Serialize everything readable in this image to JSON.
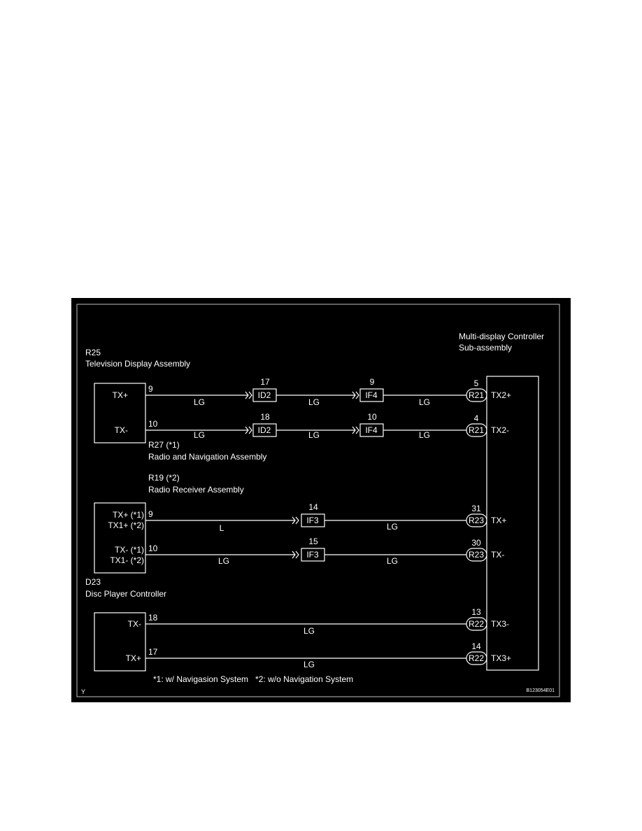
{
  "colors": {
    "background": "#000000",
    "lines": "#ffffff",
    "page": "#ffffff"
  },
  "controller": {
    "code": "",
    "name_line1": "Multi-display Controller",
    "name_line2": "Sub-assembly"
  },
  "r25": {
    "code": "R25",
    "name": "Television Display Assembly"
  },
  "r27": {
    "code": "R27 (*1)",
    "name": "Radio and Navigation Assembly"
  },
  "r19": {
    "code": "R19 (*2)",
    "name": "Radio Receiver Assembly"
  },
  "d23": {
    "code": "D23",
    "name": "Disc Player Controller"
  },
  "wires": [
    {
      "src_label": "TX+",
      "src_pin": "9",
      "seg1_color": "LG",
      "j1_pin": "17",
      "j1_name": "ID2",
      "seg2_color": "LG",
      "j2_pin": "9",
      "j2_name": "IF4",
      "seg3_color": "LG",
      "dst_pin": "5",
      "dst_conn": "R21",
      "dst_label": "TX2+"
    },
    {
      "src_label": "TX-",
      "src_pin": "10",
      "seg1_color": "LG",
      "j1_pin": "18",
      "j1_name": "ID2",
      "seg2_color": "LG",
      "j2_pin": "10",
      "j2_name": "IF4",
      "seg3_color": "LG",
      "dst_pin": "4",
      "dst_conn": "R21",
      "dst_label": "TX2-"
    },
    {
      "src_label_1": "TX+ (*1)",
      "src_label_2": "TX1+ (*2)",
      "src_pin": "9",
      "seg1_color": "L",
      "j1_pin": "14",
      "j1_name": "IF3",
      "seg2_color": "LG",
      "dst_pin": "31",
      "dst_conn": "R23",
      "dst_label": "TX+"
    },
    {
      "src_label_1": "TX- (*1)",
      "src_label_2": "TX1- (*2)",
      "src_pin": "10",
      "seg1_color": "LG",
      "j1_pin": "15",
      "j1_name": "IF3",
      "seg2_color": "LG",
      "dst_pin": "30",
      "dst_conn": "R23",
      "dst_label": "TX-"
    },
    {
      "src_label": "TX-",
      "src_pin": "18",
      "seg1_color": "LG",
      "dst_pin": "13",
      "dst_conn": "R22",
      "dst_label": "TX3-"
    },
    {
      "src_label": "TX+",
      "src_pin": "17",
      "seg1_color": "LG",
      "dst_pin": "14",
      "dst_conn": "R22",
      "dst_label": "TX3+"
    }
  ],
  "footnote": "*1: w/ Navigasion System   *2: w/o Navigation System",
  "corner_mark": "Y",
  "figure_id": "B123054E01"
}
